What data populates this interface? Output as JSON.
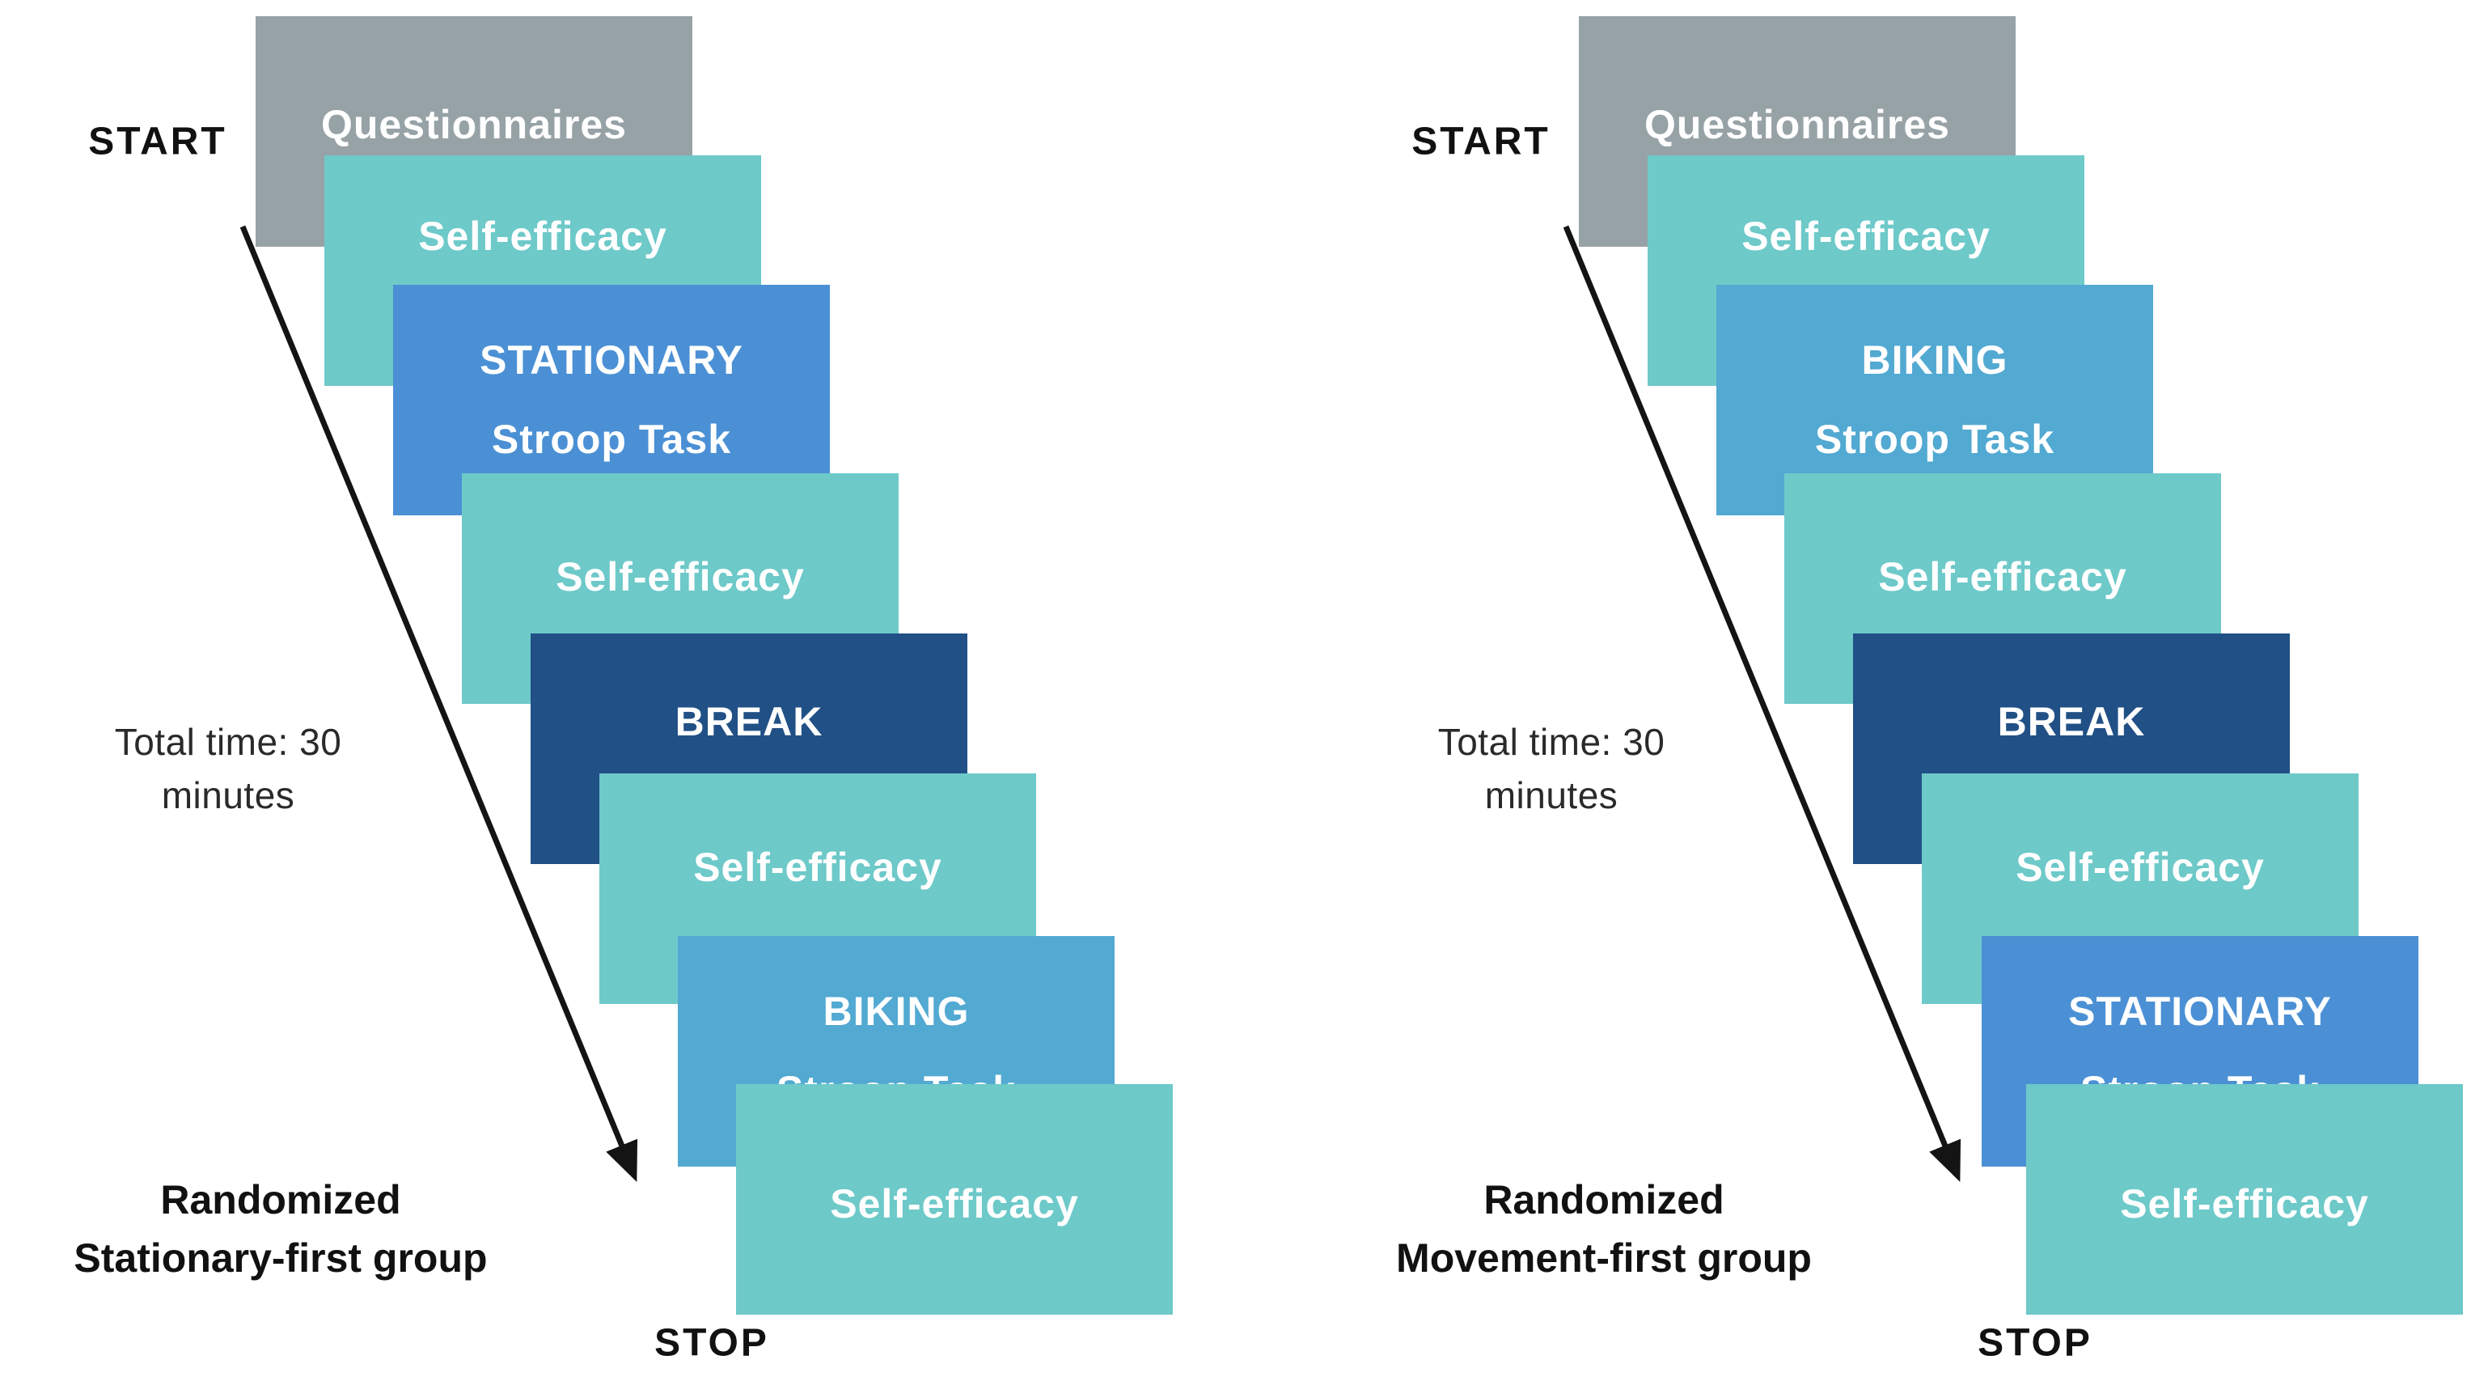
{
  "figure": {
    "background": "#ffffff",
    "colors": {
      "questionnaire_gray": "#97a2a6",
      "teal": "#6ec9c9",
      "stationary_blue": "#4b90d5",
      "biking_blue": "#52a9d2",
      "break_navy": "#215086",
      "box_text": "#ffffff",
      "annotation_text": "#1d1d1d",
      "arrow": "#141414"
    },
    "groups": [
      {
        "id": "stationary-first",
        "start_label": "START",
        "stop_label": "STOP",
        "total_time_lines": [
          "Total time: 30",
          "minutes"
        ],
        "group_name_lines": [
          "Randomized",
          "Stationary-first group"
        ],
        "boxes": [
          {
            "lines": [
              "Questionnaires"
            ],
            "color_key": "questionnaire_gray"
          },
          {
            "lines": [
              "Self-efficacy"
            ],
            "color_key": "teal"
          },
          {
            "lines": [
              "STATIONARY",
              "Stroop Task"
            ],
            "color_key": "stationary_blue"
          },
          {
            "lines": [
              "Self-efficacy"
            ],
            "color_key": "teal"
          },
          {
            "lines": [
              "BREAK"
            ],
            "color_key": "break_navy"
          },
          {
            "lines": [
              "Self-efficacy"
            ],
            "color_key": "teal"
          },
          {
            "lines": [
              "BIKING",
              "Stroop Task"
            ],
            "color_key": "biking_blue"
          },
          {
            "lines": [
              "Self-efficacy"
            ],
            "color_key": "teal"
          }
        ]
      },
      {
        "id": "movement-first",
        "start_label": "START",
        "stop_label": "STOP",
        "total_time_lines": [
          "Total time: 30",
          "minutes"
        ],
        "group_name_lines": [
          "Randomized",
          "Movement-first group"
        ],
        "boxes": [
          {
            "lines": [
              "Questionnaires"
            ],
            "color_key": "questionnaire_gray"
          },
          {
            "lines": [
              "Self-efficacy"
            ],
            "color_key": "teal"
          },
          {
            "lines": [
              "BIKING",
              "Stroop Task"
            ],
            "color_key": "biking_blue"
          },
          {
            "lines": [
              "Self-efficacy"
            ],
            "color_key": "teal"
          },
          {
            "lines": [
              "BREAK"
            ],
            "color_key": "break_navy"
          },
          {
            "lines": [
              "Self-efficacy"
            ],
            "color_key": "teal"
          },
          {
            "lines": [
              "STATIONARY",
              "Stroop Task"
            ],
            "color_key": "stationary_blue"
          },
          {
            "lines": [
              "Self-efficacy"
            ],
            "color_key": "teal"
          }
        ]
      }
    ]
  }
}
